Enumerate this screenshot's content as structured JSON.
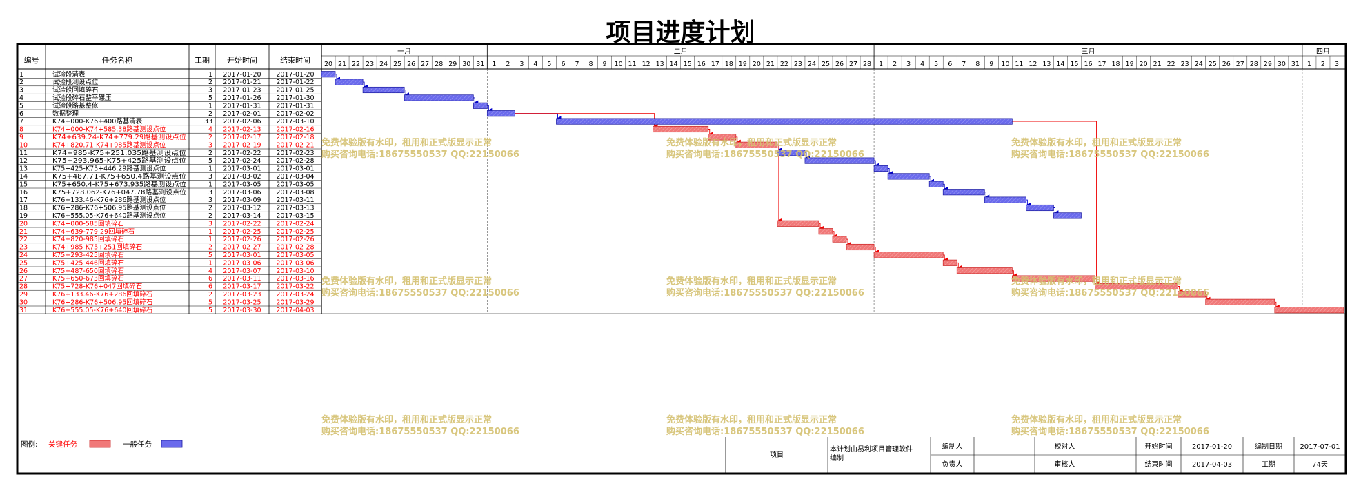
{
  "title": "项目进度计划",
  "table_headers": {
    "id": "编号",
    "name": "任务名称",
    "duration": "工期",
    "start": "开始时间",
    "end": "结束时间"
  },
  "months": [
    {
      "label": "一月",
      "start": "2017-01-20",
      "end": "2017-01-31"
    },
    {
      "label": "二月",
      "start": "2017-02-01",
      "end": "2017-02-28"
    },
    {
      "label": "三月",
      "start": "2017-03-01",
      "end": "2017-03-31"
    },
    {
      "label": "四月",
      "start": "2017-04-01",
      "end": "2017-04-03"
    }
  ],
  "colors": {
    "critical": "#f07878",
    "normal": "#6a6aec",
    "critical_text": "#ff0000",
    "normal_text": "#000000",
    "watermark": "#d4c070",
    "grid": "#000000"
  },
  "watermark": {
    "line1": "免费体验版有水印，租用和正式版显示正常",
    "line2": "购买咨询电话:18675550537 QQ:22150066"
  },
  "legend": {
    "label": "图例:",
    "critical": "关键任务",
    "normal": "一般任务"
  },
  "footer": {
    "project_label": "项目",
    "software_note": "本计划由易利项目管理软件编制",
    "compiler_label": "编制人",
    "owner_label": "负责人",
    "checker_label": "校对人",
    "reviewer_label": "审核人",
    "start_label": "开始时间",
    "start_value": "2017-01-20",
    "finish_label": "结束时间",
    "finish_value": "2017-04-03",
    "date_label": "编制日期",
    "date_value": "2017-07-01",
    "duration_label": "工期",
    "duration_value": "74天"
  },
  "chart_data": {
    "type": "gantt",
    "title": "项目进度计划",
    "axis_start": "2017-01-20",
    "axis_end": "2017-04-03",
    "tasks": [
      {
        "id": "1",
        "name": "试验段清表",
        "duration": "1",
        "start": "2017-01-20",
        "end": "2017-01-20",
        "critical": false
      },
      {
        "id": "2",
        "name": "试验段测设点位",
        "duration": "2",
        "start": "2017-01-21",
        "end": "2017-01-22",
        "critical": false
      },
      {
        "id": "3",
        "name": "试验段回填碎石",
        "duration": "3",
        "start": "2017-01-23",
        "end": "2017-01-25",
        "critical": false
      },
      {
        "id": "4",
        "name": "试验段碎石整平碾压",
        "duration": "5",
        "start": "2017-01-26",
        "end": "2017-01-30",
        "critical": false
      },
      {
        "id": "5",
        "name": "试验段路基整修",
        "duration": "1",
        "start": "2017-01-31",
        "end": "2017-01-31",
        "critical": false
      },
      {
        "id": "6",
        "name": "数据整理",
        "duration": "2",
        "start": "2017-02-01",
        "end": "2017-02-02",
        "critical": false
      },
      {
        "id": "7",
        "name": "K74+000-K76+400路基清表",
        "duration": "33",
        "start": "2017-02-06",
        "end": "2017-03-10",
        "critical": false
      },
      {
        "id": "8",
        "name": "K74+000-K74+585.38路基测设点位",
        "duration": "4",
        "start": "2017-02-13",
        "end": "2017-02-16",
        "critical": true
      },
      {
        "id": "9",
        "name": "K74+639.24-K74+779.29路基测设点位",
        "duration": "2",
        "start": "2017-02-17",
        "end": "2017-02-18",
        "critical": true
      },
      {
        "id": "10",
        "name": "K74+820.71-K74+985路基测设点位",
        "duration": "3",
        "start": "2017-02-19",
        "end": "2017-02-21",
        "critical": true
      },
      {
        "id": "11",
        "name": "K74+985-K75+251.035路基测设点位",
        "duration": "2",
        "start": "2017-02-22",
        "end": "2017-02-23",
        "critical": false
      },
      {
        "id": "12",
        "name": "K75+293.965-K75+425路基测设点位",
        "duration": "5",
        "start": "2017-02-24",
        "end": "2017-02-28",
        "critical": false
      },
      {
        "id": "13",
        "name": "K75+425-K75+446.29路基测设点位",
        "duration": "1",
        "start": "2017-03-01",
        "end": "2017-03-01",
        "critical": false
      },
      {
        "id": "14",
        "name": "K75+487.71-K75+650.4路基测设点位",
        "duration": "3",
        "start": "2017-03-02",
        "end": "2017-03-04",
        "critical": false
      },
      {
        "id": "15",
        "name": "K75+650.4-K75+673.935路基测设点位",
        "duration": "1",
        "start": "2017-03-05",
        "end": "2017-03-05",
        "critical": false
      },
      {
        "id": "16",
        "name": "K75+728.062-K76+047.78路基测设点位",
        "duration": "3",
        "start": "2017-03-06",
        "end": "2017-03-08",
        "critical": false
      },
      {
        "id": "17",
        "name": "K76+133.46-K76+286路基测设点位",
        "duration": "3",
        "start": "2017-03-09",
        "end": "2017-03-11",
        "critical": false
      },
      {
        "id": "18",
        "name": "K76+286-K76+506.95路基测设点位",
        "duration": "2",
        "start": "2017-03-12",
        "end": "2017-03-13",
        "critical": false
      },
      {
        "id": "19",
        "name": "K76+555.05-K76+640路基测设点位",
        "duration": "2",
        "start": "2017-03-14",
        "end": "2017-03-15",
        "critical": false
      },
      {
        "id": "20",
        "name": "K74+000-585回填碎石",
        "duration": "3",
        "start": "2017-02-22",
        "end": "2017-02-24",
        "critical": true
      },
      {
        "id": "21",
        "name": "K74+639-779.29回填碎石",
        "duration": "1",
        "start": "2017-02-25",
        "end": "2017-02-25",
        "critical": true
      },
      {
        "id": "22",
        "name": "K74+820-985回填碎石",
        "duration": "1",
        "start": "2017-02-26",
        "end": "2017-02-26",
        "critical": true
      },
      {
        "id": "23",
        "name": "K74+985-K75+251回填碎石",
        "duration": "2",
        "start": "2017-02-27",
        "end": "2017-02-28",
        "critical": true
      },
      {
        "id": "24",
        "name": "K75+293-425回填碎石",
        "duration": "5",
        "start": "2017-03-01",
        "end": "2017-03-05",
        "critical": true
      },
      {
        "id": "25",
        "name": "K75+425-446回填碎石",
        "duration": "1",
        "start": "2017-03-06",
        "end": "2017-03-06",
        "critical": true
      },
      {
        "id": "26",
        "name": "K75+487-650回填碎石",
        "duration": "4",
        "start": "2017-03-07",
        "end": "2017-03-10",
        "critical": true
      },
      {
        "id": "27",
        "name": "K75+650-673回填碎石",
        "duration": "6",
        "start": "2017-03-11",
        "end": "2017-03-16",
        "critical": true
      },
      {
        "id": "28",
        "name": "K75+728-K76+047回填碎石",
        "duration": "6",
        "start": "2017-03-17",
        "end": "2017-03-22",
        "critical": true
      },
      {
        "id": "29",
        "name": "K76+133.46-K76+286回填碎石",
        "duration": "2",
        "start": "2017-03-23",
        "end": "2017-03-24",
        "critical": true
      },
      {
        "id": "30",
        "name": "K76+286-K76+506.95回填碎石",
        "duration": "5",
        "start": "2017-03-25",
        "end": "2017-03-29",
        "critical": true
      },
      {
        "id": "31",
        "name": "K76+555.05-K76+640回填碎石",
        "duration": "5",
        "start": "2017-03-30",
        "end": "2017-04-03",
        "critical": true
      }
    ],
    "links": [
      [
        1,
        2
      ],
      [
        2,
        3
      ],
      [
        3,
        4
      ],
      [
        4,
        5
      ],
      [
        5,
        6
      ],
      [
        6,
        7
      ],
      [
        6,
        8
      ],
      [
        8,
        9
      ],
      [
        9,
        10
      ],
      [
        10,
        11
      ],
      [
        10,
        20
      ],
      [
        11,
        12
      ],
      [
        12,
        13
      ],
      [
        13,
        14
      ],
      [
        14,
        15
      ],
      [
        15,
        16
      ],
      [
        16,
        17
      ],
      [
        17,
        18
      ],
      [
        18,
        19
      ],
      [
        7,
        28
      ],
      [
        20,
        21
      ],
      [
        21,
        22
      ],
      [
        22,
        23
      ],
      [
        23,
        24
      ],
      [
        24,
        25
      ],
      [
        25,
        26
      ],
      [
        26,
        27
      ],
      [
        27,
        28
      ],
      [
        28,
        29
      ],
      [
        29,
        30
      ],
      [
        30,
        31
      ]
    ]
  }
}
